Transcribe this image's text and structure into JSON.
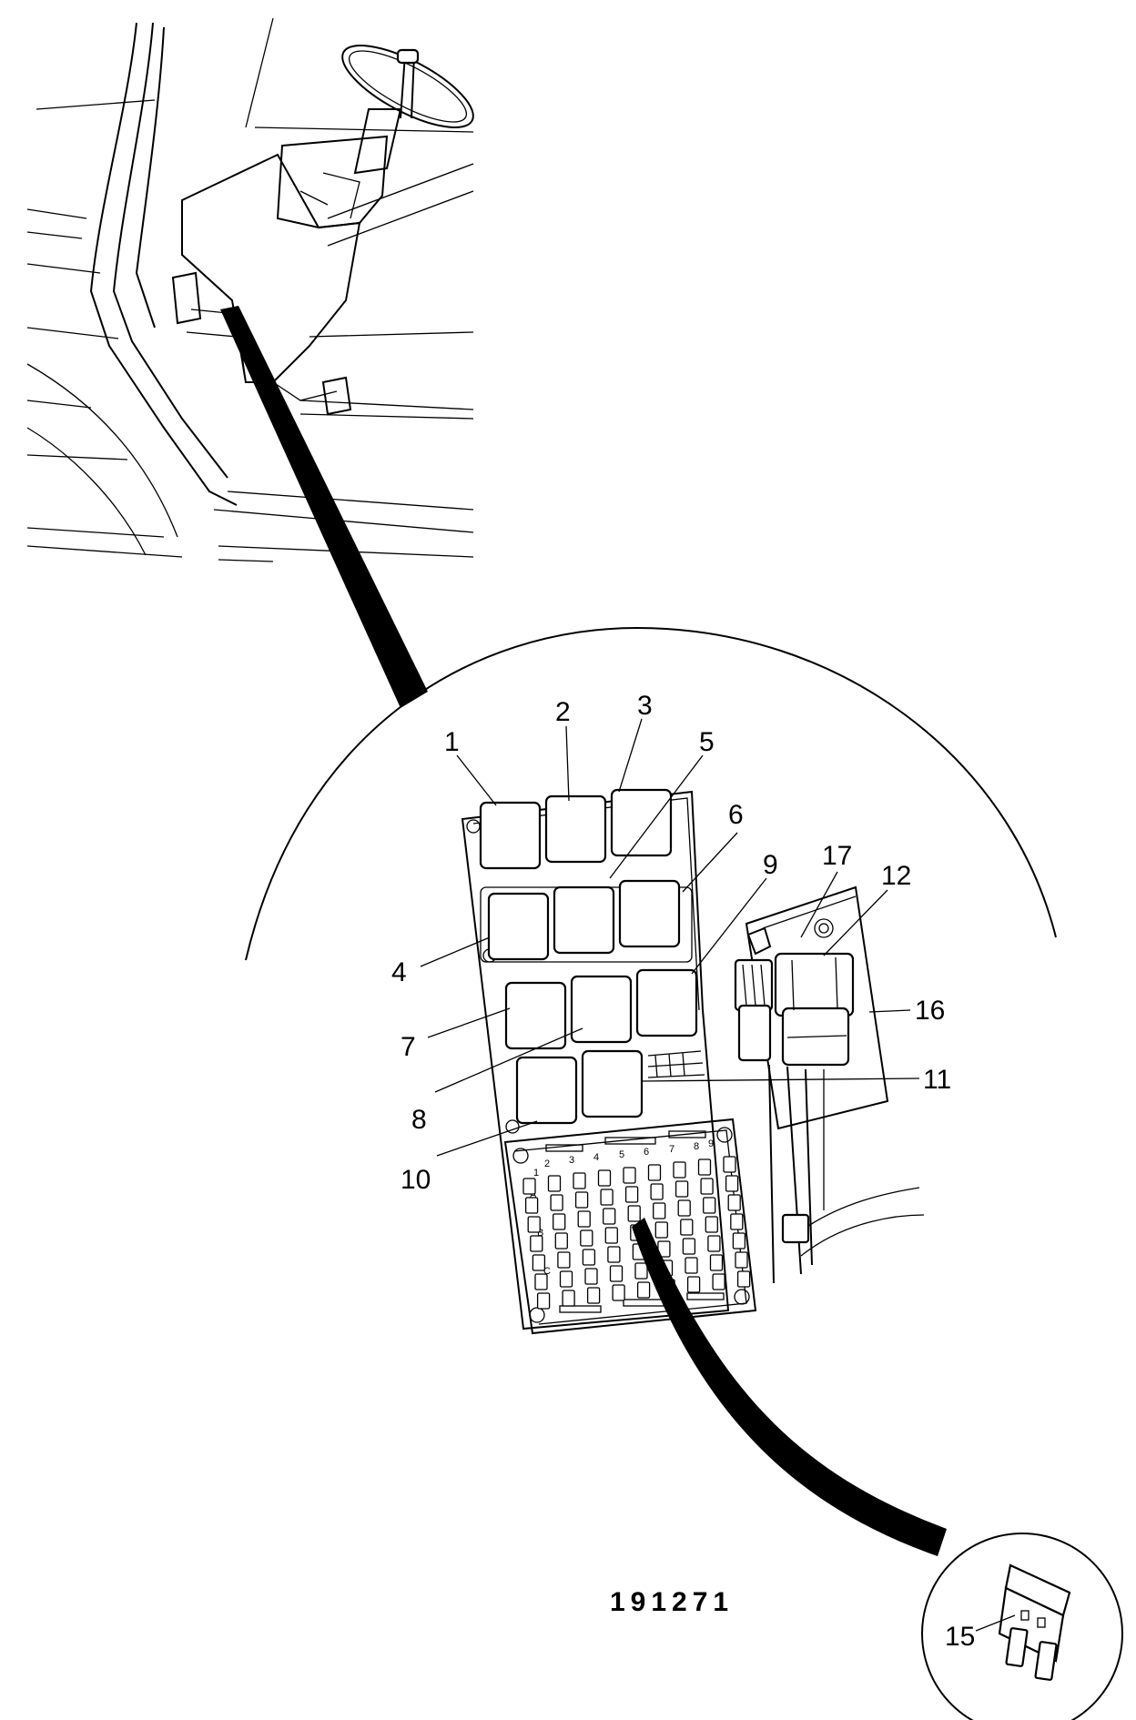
{
  "callouts": {
    "c1": "1",
    "c2": "2",
    "c3": "3",
    "c4": "4",
    "c5": "5",
    "c6": "6",
    "c7": "7",
    "c8": "8",
    "c9": "9",
    "c10": "10",
    "c11": "11",
    "c12": "12",
    "c15": "15",
    "c16": "16",
    "c17": "17"
  },
  "fuse_columns": [
    "1",
    "2",
    "3",
    "4",
    "5",
    "6",
    "7",
    "8",
    "9"
  ],
  "fuse_rows": [
    "A",
    "B",
    "C"
  ],
  "figure_number": "191271"
}
